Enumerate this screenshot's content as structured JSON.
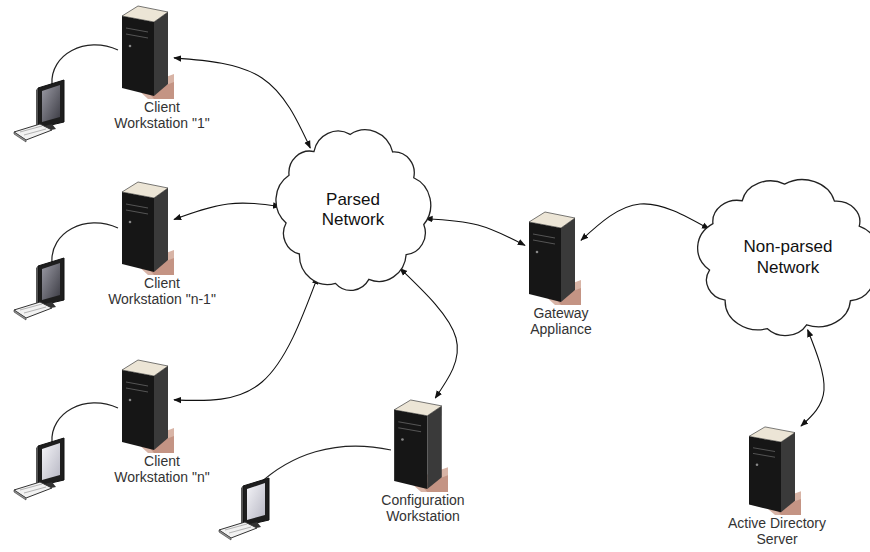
{
  "diagram": {
    "nodes": [
      {
        "text": [
          "Client Workstation \"1\""
        ]
      },
      {
        "text": [
          "Client Workstation \"n-1\""
        ]
      },
      {
        "text": [
          "Client Workstation \"n\""
        ]
      },
      {
        "text": [
          "Parsed Network"
        ]
      },
      {
        "text": [
          "Gateway Appliance"
        ]
      },
      {
        "text": [
          "Non-parsed Network"
        ]
      },
      {
        "text": [
          "Configuration Workstation"
        ]
      },
      {
        "text": [
          "Active Directory Server"
        ]
      }
    ],
    "edges": [
      {
        "from": 0,
        "to": 3,
        "arrow": "both"
      },
      {
        "from": 1,
        "to": 3,
        "arrow": "both"
      },
      {
        "from": 2,
        "to": 3,
        "arrow": "both"
      },
      {
        "from": 6,
        "to": 3,
        "arrow": "both"
      },
      {
        "from": 3,
        "to": 4,
        "arrow": "both"
      },
      {
        "from": 4,
        "to": 5,
        "arrow": "both"
      },
      {
        "from": 5,
        "to": 7,
        "arrow": "both"
      }
    ]
  }
}
